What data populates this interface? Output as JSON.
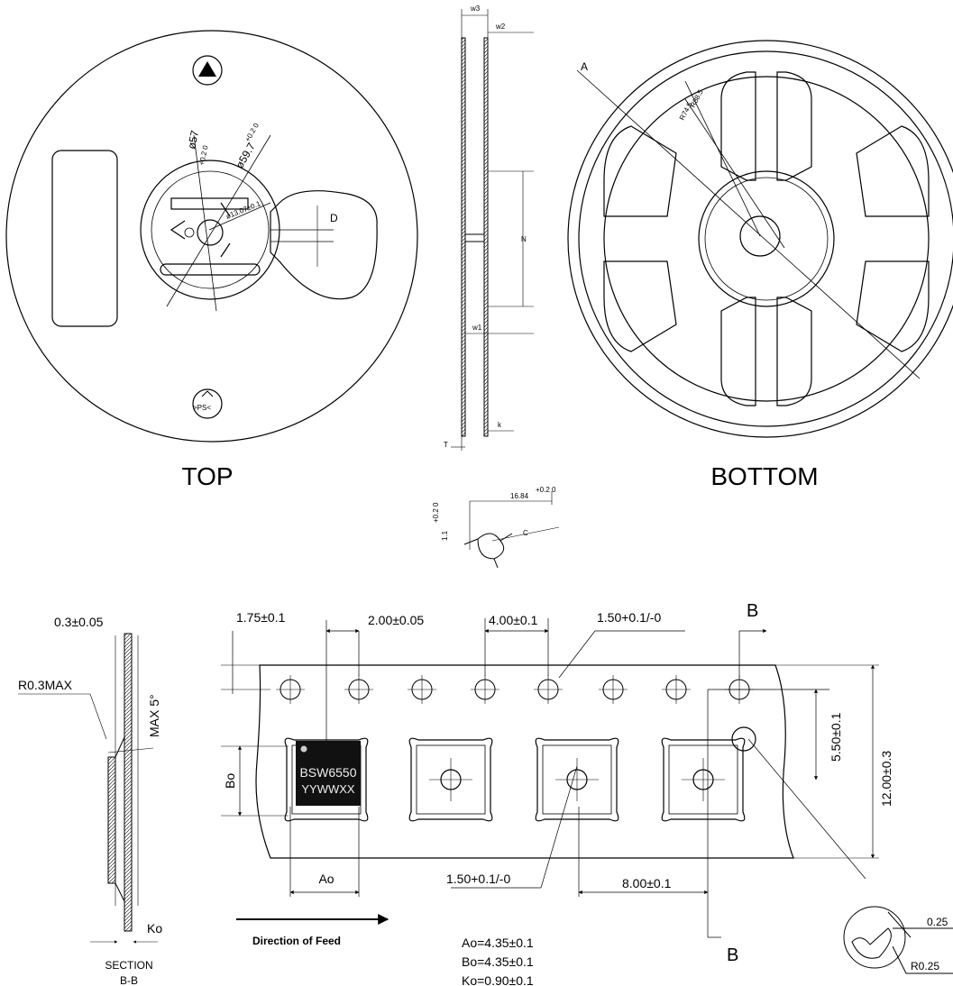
{
  "reel": {
    "top_label": "TOP",
    "bottom_label": "BOTTOM",
    "side": {
      "w3": "w3",
      "w2": "w2",
      "n": "N",
      "w1": "w1",
      "k": "k",
      "t": "T"
    },
    "top_dims": {
      "d57": "ø57",
      "d57_tol": "+0.2 0",
      "d59": "ø59.7",
      "d59_tol": "+0.2 0",
      "d13": "ø13.07±0.1",
      "d": "D"
    },
    "bottom_dims": {
      "a": "A",
      "r88": "R88.5",
      "r74": "R74.5"
    },
    "hub_detail": {
      "w": "16.84",
      "w_tol": "+0.2 0",
      "h": "1.1",
      "h_tol": "+0.2 0",
      "c": "C"
    },
    "ps_symbol": ">PS<"
  },
  "tape": {
    "thickness": "0.3±0.05",
    "r_max": "R0.3MAX",
    "max_angle": "MAX 5°",
    "ko": "Ko",
    "section_label_1": "SECTION",
    "section_label_2": "B-B",
    "pitch_hole_edge": "1.75±0.1",
    "hole_to_pocket": "2.00±0.05",
    "hole_pitch": "4.00±0.1",
    "hole_dia_top": "1.50+0.1/-0",
    "section_mark_top": "B",
    "section_mark_bottom": "B",
    "pocket_offset": "5.50±0.1",
    "tape_width": "12.00±0.3",
    "bo": "Bo",
    "ao": "Ao",
    "hole_dia_bottom": "1.50+0.1/-0",
    "pocket_pitch": "8.00±0.1",
    "chip_line1": "BSW6550",
    "chip_line2": "YYWWXX",
    "feed_label": "Direction of Feed",
    "spec_ao": "Ao=4.35±0.1",
    "spec_bo": "Bo=4.35±0.1",
    "spec_ko": "Ko=0.90±0.1",
    "detail_025": "0.25",
    "detail_r025": "R0.25"
  }
}
